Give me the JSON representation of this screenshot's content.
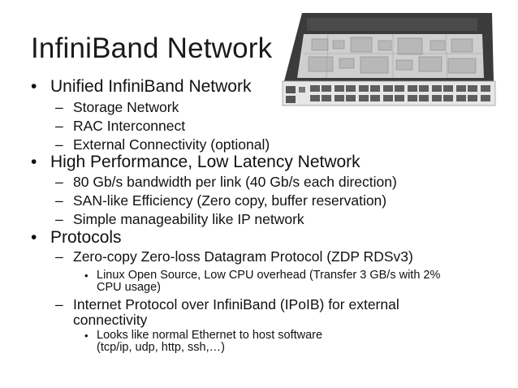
{
  "slide": {
    "title": "InfiniBand Network",
    "markers": {
      "level1": "•",
      "level2": "–",
      "level3": "•"
    },
    "bullets": [
      {
        "level": 1,
        "text": "Unified InfiniBand Network"
      },
      {
        "level": 2,
        "text": "Storage Network"
      },
      {
        "level": 2,
        "text": "RAC Interconnect"
      },
      {
        "level": 2,
        "text": "External Connectivity (optional)"
      },
      {
        "level": 1,
        "text": "High Performance, Low Latency Network"
      },
      {
        "level": 2,
        "text": "80 Gb/s bandwidth per link (40 Gb/s each direction)"
      },
      {
        "level": 2,
        "text": "SAN-like Efficiency (Zero copy, buffer reservation)"
      },
      {
        "level": 2,
        "text": "Simple manageability like IP network"
      },
      {
        "level": 1,
        "text": "Protocols"
      },
      {
        "level": 2,
        "text": "Zero-copy Zero-loss Datagram Protocol (ZDP RDSv3)"
      },
      {
        "level": 3,
        "lines": [
          "Linux Open Source, Low CPU overhead (Transfer 3 GB/s with 2%",
          "CPU usage)"
        ]
      },
      {
        "level": 2,
        "lines": [
          "Internet Protocol over InfiniBand (IPoIB) for external",
          "connectivity"
        ]
      },
      {
        "level": 3,
        "lines": [
          "Looks like normal Ethernet to host software",
          "(tcp/ip, udp, http, ssh,…)"
        ]
      }
    ]
  },
  "image": {
    "icon": "infiniband-switch-photo",
    "chassis_color": "#3a3a3a",
    "board_color": "#d6d6d6",
    "front_color": "#e9e9e9"
  }
}
